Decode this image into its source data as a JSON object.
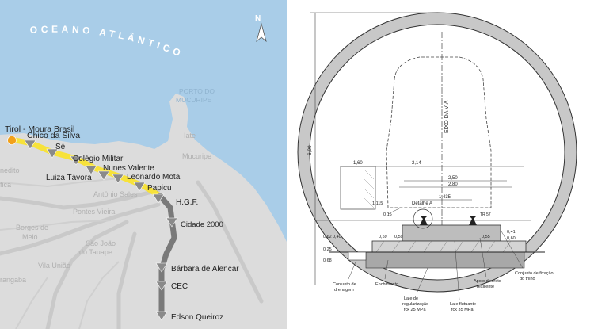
{
  "map": {
    "ocean_label": "OCEANO ATLÂNTICO",
    "port_label_1": "PORTO DO",
    "port_label_2": "MUCURIPE",
    "north_label": "N",
    "colors": {
      "ocean": "#a9cde8",
      "land": "#dcdcdc",
      "road": "#c9c9c9",
      "line_yellow": "#f7e23a",
      "line_dark": "#7a7a7a",
      "station": "#8a8a8a",
      "station_orange": "#f2a11a"
    },
    "stations": {
      "tirol": "Tirol - Moura Brasil",
      "chico": "Chico da Silva",
      "se": "Sé",
      "colegio": "Colégio Militar",
      "nunes": "Nunes Valente",
      "luiza": "Luiza Távora",
      "leonardo": "Leonardo Mota",
      "papicu": "Papicu",
      "hgf": "H.G.F.",
      "cidade": "Cidade 2000",
      "barbara": "Bárbara de Alencar",
      "cec": "CEC",
      "edson": "Edson Queiroz"
    },
    "districts": {
      "iate": "Iate",
      "mucuripe": "Mucuripe",
      "antonio": "Antônio Sales",
      "pontes": "Pontes Vieira",
      "borges": "Borges de",
      "melo": "Meló",
      "sjt1": "São João",
      "sjt2": "do Tauape",
      "vila": "Vila União",
      "nedito": "nedito",
      "fica": "fica",
      "rangaba": "rangaba"
    }
  },
  "section": {
    "axis_label": "EIXO DA VIA",
    "detail_label": "Detalhe A",
    "dims": {
      "d600": "6,00",
      "d160": "1,60",
      "d214": "2,14",
      "d250": "2,50",
      "d280": "2,80",
      "d1435": "1.435",
      "d1115": "1,115",
      "d062": "0,62",
      "d040": "0,40",
      "d025": "0,25",
      "d068": "0,68",
      "d015": "0,15",
      "d059a": "0,59",
      "d059b": "0,59",
      "d055": "0,55",
      "d041": "0,41",
      "d060": "0,60",
      "d1512": "TR 57"
    },
    "notes": {
      "conjunto_dren_1": "Conjunto de",
      "conjunto_dren_2": "drenagem",
      "enchimento": "Enchimento",
      "apoio_1": "Apoio discreto",
      "apoio_2": "resiliente",
      "fixacao_1": "Conjunto de fixação",
      "fixacao_2": "do trilho",
      "laje_reg_1": "Laje de",
      "laje_reg_2": "regularização",
      "laje_reg_3": "fck 25 MPa",
      "laje_flu_1": "Laje flutuante",
      "laje_flu_2": "fck 35 MPa"
    }
  }
}
